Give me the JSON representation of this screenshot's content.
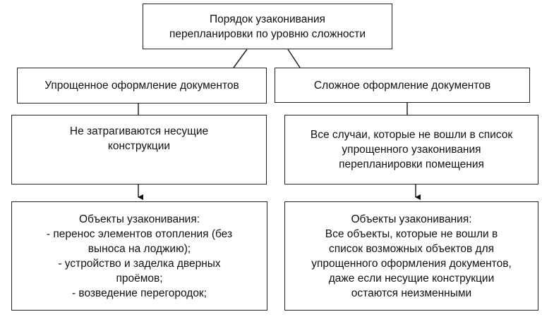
{
  "root": {
    "lines": [
      "Порядок узаконивания",
      "перепланировки по уровню сложности"
    ]
  },
  "left": {
    "category": "Упрощенное оформление документов",
    "condition": [
      "Не затрагиваются несущие",
      "конструкции"
    ],
    "objects": [
      "Объекты узаконивания:",
      "- перенос элементов отопления (без",
      "выноса на лоджию);",
      "- устройство и заделка дверных",
      "проёмов;",
      "- возведение перегородок;"
    ]
  },
  "right": {
    "category": "Сложное оформление документов",
    "condition": [
      "Все случаи, которые не вошли в список",
      "упрощенного узаконивания",
      "перепланировки помещения"
    ],
    "objects": [
      "Объекты узаконивания:",
      "Все объекты, которые не вошли в",
      "список возможных объектов для",
      "упрощенного оформления документов,",
      "даже если несущие конструкции",
      "остаются неизменными"
    ]
  }
}
